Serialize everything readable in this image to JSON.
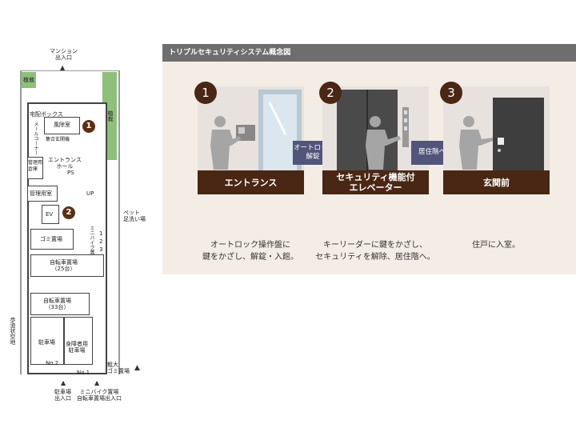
{
  "floorplan": {
    "labels": {
      "mansion_entrance": "マンション\n出入口",
      "planting_left": "植栽",
      "planting_right": "植栽",
      "delivery_box": "宅配ボックス",
      "windbreak": "風除室",
      "mail_corner": "メールコーナー",
      "intercom": "集合玄関機",
      "storage": "管理用\n倉庫",
      "entrance_hall": "エントランス\nホール",
      "ps": "PS",
      "management_room": "管理用室",
      "up": "UP",
      "ev": "EV",
      "pet_wash": "ペット\n足洗い場",
      "mini_bike": "ミニバイク置場（3台）",
      "mini_nums": [
        "1",
        "2",
        "3"
      ],
      "trash": "ゴミ置場",
      "bicycle_25": "自転車置場\n（25台）",
      "bicycle_33": "自転車置場\n（33台）",
      "sidewalk": "歩道状空地",
      "parking": "駐車場",
      "disabled_parking": "身障者用\n駐車場",
      "no2": "No.2",
      "no1": "No.1",
      "bulky_trash": "粗大\nゴミ置場",
      "parking_exit": "駐車場\n出入口",
      "bike_exit": "ミニバイク置場\n自転車置場出入口",
      "marker1": "1",
      "marker2": "2"
    }
  },
  "concept": {
    "title": "トリプルセキュリティシステム概念図",
    "steps": [
      {
        "number": "1",
        "title": "エントランス",
        "desc": "オートロック操作盤に\n鍵をかざし、解錠・入館。"
      },
      {
        "number": "2",
        "title": "セキュリティ機能付\nエレベーター",
        "desc": "キーリーダーに鍵をかざし、\nセキュリティを解除、居住階へ。"
      },
      {
        "number": "3",
        "title": "玄関前",
        "desc": "住戸に入室。"
      }
    ],
    "arrows": [
      {
        "label": "オートロック\n解錠"
      },
      {
        "label": "居住階へ"
      }
    ]
  }
}
